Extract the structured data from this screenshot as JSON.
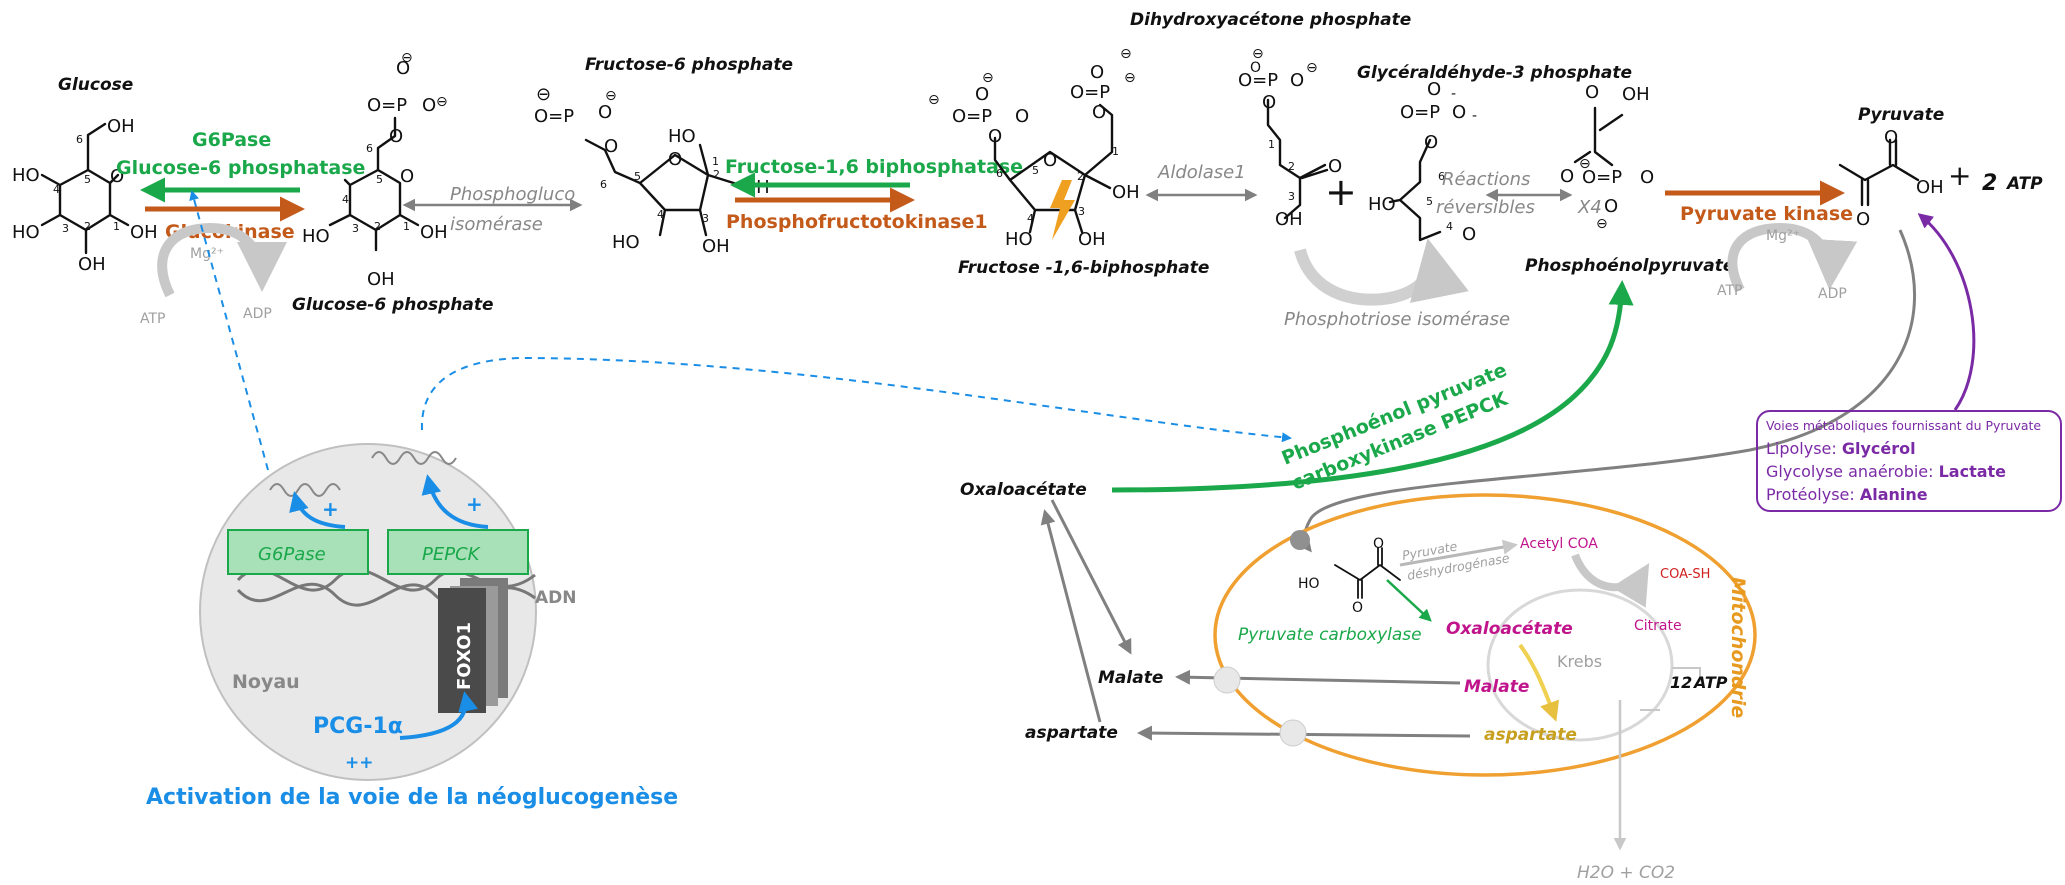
{
  "colors": {
    "green": "#1aa84a",
    "orange": "#c45a1a",
    "blue": "#1a8ee6",
    "grey": "#888888",
    "purple": "#7b2aa6",
    "pink": "#c0148c",
    "mito_orange": "#f0a030",
    "gold": "#c8a020"
  },
  "metabolites": {
    "glucose": "Glucose",
    "g6p": "Glucose-6 phosphate",
    "f6p": "Fructose-6 phosphate",
    "f16bp": "Fructose -1,6-biphosphate",
    "dhap": "Dihydroxyacétone phosphate",
    "g3p": "Glycéraldéhyde-3 phosphate",
    "pep": "Phosphoénolpyruvate",
    "pyruvate": "Pyruvate",
    "atp_out": "ATP",
    "oxaloacetate": "Oxaloacétate",
    "malate": "Malate",
    "aspartate": "aspartate",
    "h2o_co2": "H2O + CO2"
  },
  "enzymes": {
    "g6pase_short": "G6Pase",
    "g6pase_long": "Glucose-6 phosphatase",
    "glucokinase": "Glucokinase",
    "pgi_1": "Phosphogluco",
    "pgi_2": "isomérase",
    "fbpase": "Fructose-1,6 biphosphatase",
    "pfk": "Phosphofructotokinase1",
    "aldolase": "Aldolase1",
    "reactions_1": "Réactions",
    "reactions_2": "réversibles",
    "x4": "X4",
    "tpi": "Phosphotriose isomérase",
    "pk": "Pyruvate kinase",
    "pepck_1": "Phosphoénol pyruvate",
    "pepck_2": "carboxykinase PEPCK"
  },
  "cofactors": {
    "atp": "ATP",
    "adp": "ADP",
    "mg": "Mg²⁺",
    "two": "+",
    "two_atp": "2",
    "two_atp_label": "ATP"
  },
  "mitochondria": {
    "label": "Mitochondrie",
    "pdh_1": "Pyruvate",
    "pdh_2": "déshydrogénase",
    "acetyl_coa": "Acetyl COA",
    "coa_sh": "COA-SH",
    "citrate": "Citrate",
    "krebs": "Krebs",
    "oxaloacetate": "Oxaloacétate",
    "malate": "Malate",
    "aspartate": "aspartate",
    "pyruvate_carboxylase": "Pyruvate carboxylase",
    "atp12_n": "12",
    "atp12_l": "ATP"
  },
  "nucleus": {
    "label": "Noyau",
    "adn": "ADN",
    "gene1": "G6Pase",
    "gene2": "PEPCK",
    "foxo1": "FOXO1",
    "pgc": "PCG-1α",
    "plusplus": "++",
    "plus": "+",
    "caption": "Activation de la voie de la néoglucogenèse"
  },
  "sources": {
    "title": "Voies métaboliques fournissant du Pyruvate",
    "lines": [
      {
        "prefix": "Lipolyse: ",
        "bold": "Glycérol"
      },
      {
        "prefix": "Glycolyse anaérobie: ",
        "bold": "Lactate"
      },
      {
        "prefix": "Protéolyse: ",
        "bold": "Alanine"
      }
    ]
  },
  "chem": {
    "O": "O",
    "OH": "OH",
    "HO": "HO",
    "P": "P",
    "OP": "O=P",
    "minus": "⊖",
    "dash": "-",
    "n1": "1",
    "n2": "2",
    "n3": "3",
    "n4": "4",
    "n5": "5",
    "n6": "6"
  }
}
